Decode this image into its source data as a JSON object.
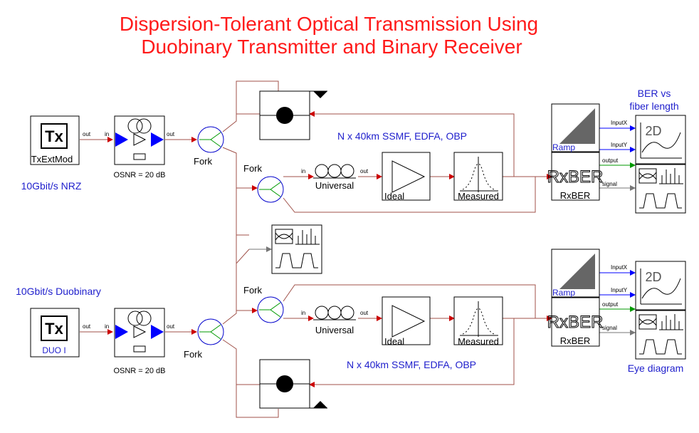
{
  "title": {
    "line1": "Dispersion-Tolerant Optical Transmission Using",
    "line2": "Duobinary Transmitter and Binary Receiver"
  },
  "labels": {
    "nrz_rate": "10Gbit/s NRZ",
    "duo_rate": "10Gbit/s Duobinary",
    "ber_title_1": "BER vs",
    "ber_title_2": "fiber length",
    "eye_diagram": "Eye diagram",
    "span_top": "N x 40km SSMF, EDFA, OBP",
    "span_bottom": "N x 40km SSMF, EDFA, OBP"
  },
  "blocks": {
    "tx_top_symbol": "Tx",
    "tx_top_name": "TxExtMod",
    "tx_bottom_symbol": "Tx",
    "tx_bottom_name": "DUO I",
    "osnr_top": "OSNR = 20 dB",
    "osnr_bottom": "OSNR = 20 dB",
    "fork_a": "Fork",
    "fork_b": "Fork",
    "fork_c": "Fork",
    "fork_d": "Fork",
    "fiber_top": "Universal",
    "fiber_bottom": "Universal",
    "amp_top": "Ideal",
    "amp_bottom": "Ideal",
    "filter_top": "Measured",
    "filter_bottom": "Measured",
    "ramp_top": "Ramp",
    "ramp_bottom": "Ramp",
    "rxber_top_symbol": "RxBER",
    "rxber_top_name": "RxBER",
    "rxber_bottom_symbol": "RxBER",
    "rxber_bottom_name": "RxBER",
    "plot2d_top": "2D",
    "plot2d_bottom": "2D"
  },
  "ports": {
    "out": "out",
    "in": "in",
    "inputx": "InputX",
    "inputy": "InputY",
    "output": "output",
    "signal": "signal"
  },
  "colors": {
    "title": "#ff1a1a",
    "label": "#1e1ecc",
    "wire": "#a0524a",
    "arrow_red": "#cc0000",
    "arrow_blue": "#0000ff",
    "arrow_green": "#009900",
    "arrow_gray": "#777777"
  }
}
